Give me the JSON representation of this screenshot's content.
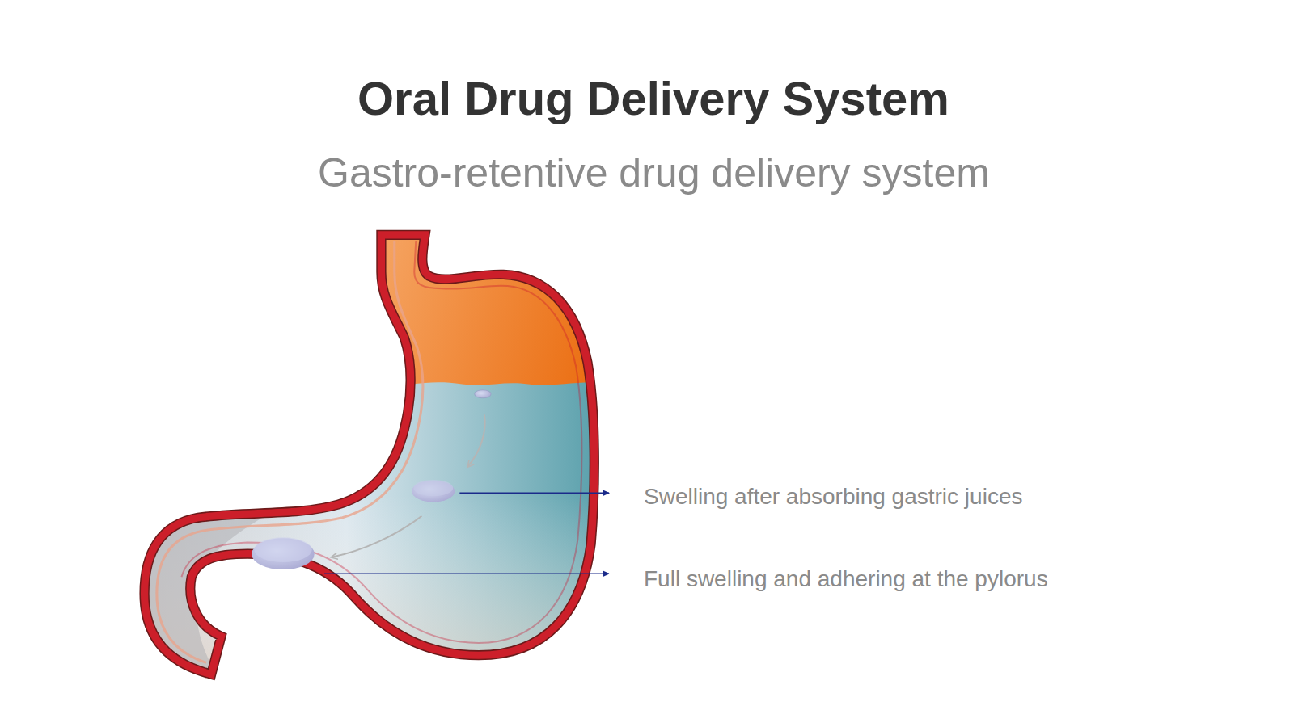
{
  "diagram": {
    "title": "Oral Drug Delivery System",
    "labels": [
      "Gastro-retentive drug delivery system",
      "Swelling after absorbing gastric juices",
      "Full swelling and adhering at the pylorus"
    ]
  }
}
